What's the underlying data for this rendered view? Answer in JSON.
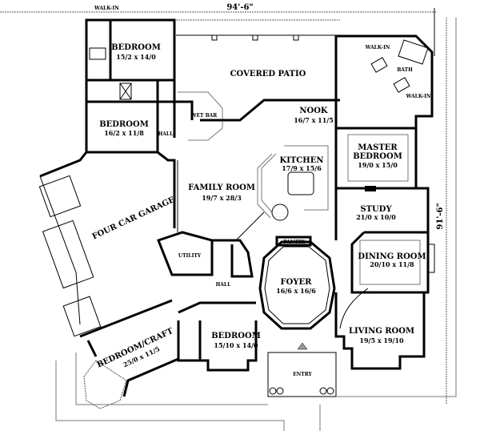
{
  "dimensions": {
    "width": "94'-6\"",
    "depth": "91'-6\""
  },
  "rooms": {
    "bedroom_nw": {
      "name": "BEDROOM",
      "size": "15/2  x 14/0"
    },
    "walk_in_nw": {
      "name": "WALK-IN"
    },
    "bedroom_w": {
      "name": "BEDROOM",
      "size": "16/2  x 11/8"
    },
    "hall_w": {
      "name": "HALL"
    },
    "covered_patio": {
      "name": "COVERED PATIO"
    },
    "wet_bar": {
      "name": "WET BAR"
    },
    "nook": {
      "name": "NOOK",
      "size": "16/7  x 11/5"
    },
    "walk_in_1": {
      "name": "WALK-IN"
    },
    "bath": {
      "name": "BATH"
    },
    "walk_in_2": {
      "name": "WALK-IN"
    },
    "master_bedroom": {
      "name1": "MASTER",
      "name2": "BEDROOM",
      "size": "19/0  x 15/0"
    },
    "kitchen": {
      "name": "KITCHEN",
      "size": "17/9  x 15/6"
    },
    "family_room": {
      "name": "FAMILY ROOM",
      "size": "19/7  x 28/3"
    },
    "study": {
      "name": "STUDY",
      "size": "21/0  x 10/0"
    },
    "garage": {
      "name": "FOUR CAR GARAGE"
    },
    "utility": {
      "name": "UTILITY"
    },
    "hall_c": {
      "name": "HALL"
    },
    "pantry": {
      "name": "PANTRY"
    },
    "foyer": {
      "name": "FOYER",
      "size": "16/6  x 16/6"
    },
    "dining_room": {
      "name": "DINING ROOM",
      "size": "20/10  x 11/8"
    },
    "living_room": {
      "name": "LIVING ROOM",
      "size": "19/5  x 19/10"
    },
    "bedroom_s": {
      "name": "BEDROOM",
      "size": "15/10  x 14/0"
    },
    "bedroom_craft": {
      "name": "BEDROOM/CRAFT",
      "size": "25/0  x 11/5"
    },
    "entry": {
      "name": "ENTRY"
    }
  }
}
